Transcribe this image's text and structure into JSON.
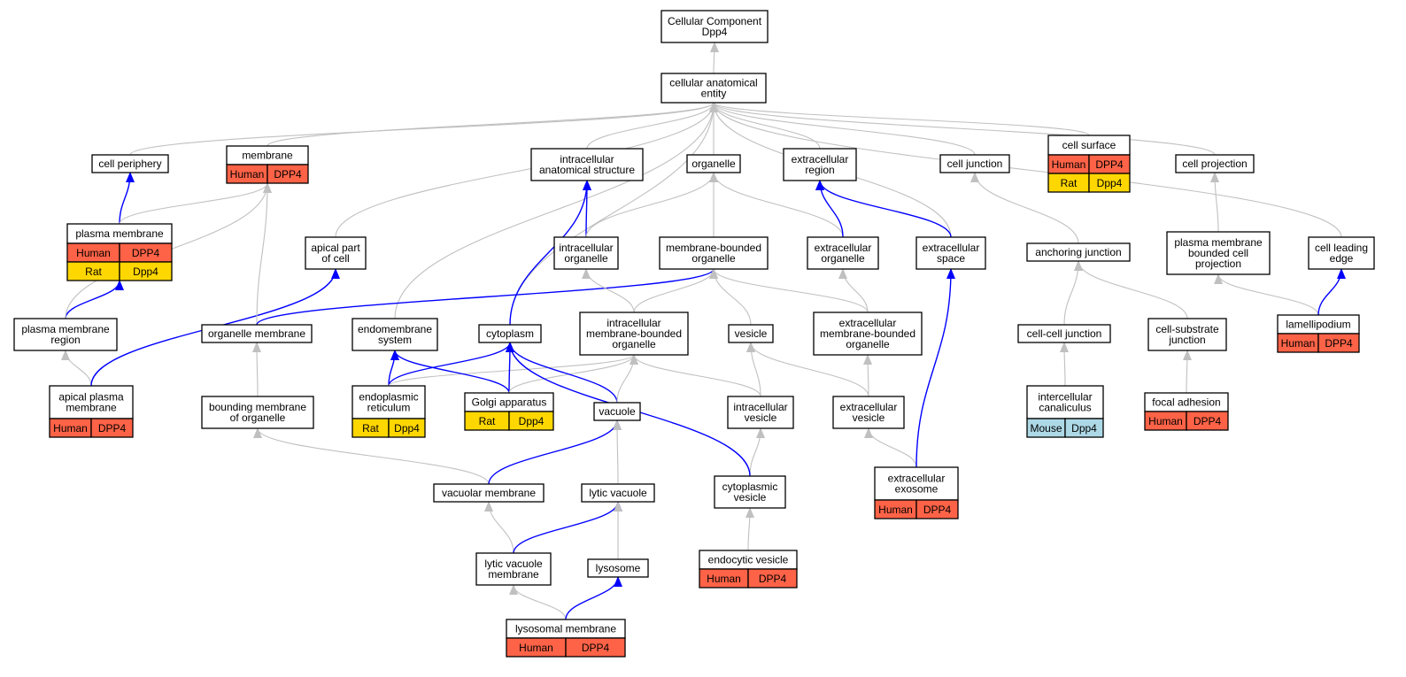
{
  "colors": {
    "human": "#ff6347",
    "rat": "#ffd700",
    "mouse": "#add8e6",
    "edge_is_a": "#c0c0c0",
    "edge_part_of": "#0000ff",
    "node_border": "#000000"
  },
  "nodes": [
    {
      "id": "root",
      "lines": [
        "Cellular Component",
        "Dpp4"
      ]
    },
    {
      "id": "cae",
      "lines": [
        "cellular anatomical",
        "entity"
      ]
    },
    {
      "id": "cell_periphery",
      "lines": [
        "cell periphery"
      ]
    },
    {
      "id": "membrane",
      "lines": [
        "membrane"
      ],
      "orthologs": [
        [
          {
            "species": "Human",
            "gene": "DPP4"
          }
        ]
      ]
    },
    {
      "id": "ias",
      "lines": [
        "intracellular",
        "anatomical structure"
      ]
    },
    {
      "id": "organelle",
      "lines": [
        "organelle"
      ]
    },
    {
      "id": "ecr",
      "lines": [
        "extracellular",
        "region"
      ]
    },
    {
      "id": "cell_junction",
      "lines": [
        "cell junction"
      ]
    },
    {
      "id": "cell_surface",
      "lines": [
        "cell surface"
      ],
      "orthologs": [
        [
          {
            "species": "Human",
            "gene": "DPP4"
          }
        ],
        [
          {
            "species": "Rat",
            "gene": "Dpp4"
          }
        ]
      ]
    },
    {
      "id": "cell_projection",
      "lines": [
        "cell projection"
      ]
    },
    {
      "id": "plasma_membrane",
      "lines": [
        "plasma membrane"
      ],
      "orthologs": [
        [
          {
            "species": "Human",
            "gene": "DPP4"
          }
        ],
        [
          {
            "species": "Rat",
            "gene": "Dpp4"
          }
        ]
      ]
    },
    {
      "id": "apical_part",
      "lines": [
        "apical part",
        "of cell"
      ]
    },
    {
      "id": "ic_organelle",
      "lines": [
        "intracellular",
        "organelle"
      ]
    },
    {
      "id": "mb_organelle",
      "lines": [
        "membrane-bounded",
        "organelle"
      ]
    },
    {
      "id": "ec_organelle",
      "lines": [
        "extracellular",
        "organelle"
      ]
    },
    {
      "id": "ec_space",
      "lines": [
        "extracellular",
        "space"
      ]
    },
    {
      "id": "anchoring_junction",
      "lines": [
        "anchoring junction"
      ]
    },
    {
      "id": "pm_bounded_projection",
      "lines": [
        "plasma membrane",
        "bounded cell",
        "projection"
      ]
    },
    {
      "id": "cell_leading_edge",
      "lines": [
        "cell leading",
        "edge"
      ]
    },
    {
      "id": "pm_region",
      "lines": [
        "plasma membrane",
        "region"
      ]
    },
    {
      "id": "organelle_membrane",
      "lines": [
        "organelle membrane"
      ]
    },
    {
      "id": "endomembrane",
      "lines": [
        "endomembrane",
        "system"
      ]
    },
    {
      "id": "cytoplasm",
      "lines": [
        "cytoplasm"
      ]
    },
    {
      "id": "ic_mb_organelle",
      "lines": [
        "intracellular",
        "membrane-bounded",
        "organelle"
      ]
    },
    {
      "id": "vesicle",
      "lines": [
        "vesicle"
      ]
    },
    {
      "id": "ec_mb_organelle",
      "lines": [
        "extracellular",
        "membrane-bounded",
        "organelle"
      ]
    },
    {
      "id": "cell_cell_junction",
      "lines": [
        "cell-cell junction"
      ]
    },
    {
      "id": "cell_substrate_junction",
      "lines": [
        "cell-substrate",
        "junction"
      ]
    },
    {
      "id": "lamellipodium",
      "lines": [
        "lamellipodium"
      ],
      "orthologs": [
        [
          {
            "species": "Human",
            "gene": "DPP4"
          }
        ]
      ]
    },
    {
      "id": "apical_pm",
      "lines": [
        "apical plasma",
        "membrane"
      ],
      "orthologs": [
        [
          {
            "species": "Human",
            "gene": "DPP4"
          }
        ]
      ]
    },
    {
      "id": "bounding_membrane",
      "lines": [
        "bounding membrane",
        "of organelle"
      ]
    },
    {
      "id": "er",
      "lines": [
        "endoplasmic",
        "reticulum"
      ],
      "orthologs": [
        [
          {
            "species": "Rat",
            "gene": "Dpp4"
          }
        ]
      ]
    },
    {
      "id": "golgi",
      "lines": [
        "Golgi apparatus"
      ],
      "orthologs": [
        [
          {
            "species": "Rat",
            "gene": "Dpp4"
          }
        ]
      ]
    },
    {
      "id": "vacuole",
      "lines": [
        "vacuole"
      ]
    },
    {
      "id": "ic_vesicle",
      "lines": [
        "intracellular",
        "vesicle"
      ]
    },
    {
      "id": "ec_vesicle",
      "lines": [
        "extracellular",
        "vesicle"
      ]
    },
    {
      "id": "ic_canaliculus",
      "lines": [
        "intercellular",
        "canaliculus"
      ],
      "orthologs": [
        [
          {
            "species": "Mouse",
            "gene": "Dpp4"
          }
        ]
      ]
    },
    {
      "id": "focal_adhesion",
      "lines": [
        "focal adhesion"
      ],
      "orthologs": [
        [
          {
            "species": "Human",
            "gene": "DPP4"
          }
        ]
      ]
    },
    {
      "id": "ec_exosome",
      "lines": [
        "extracellular",
        "exosome"
      ],
      "orthologs": [
        [
          {
            "species": "Human",
            "gene": "DPP4"
          }
        ]
      ]
    },
    {
      "id": "vacuolar_membrane",
      "lines": [
        "vacuolar membrane"
      ]
    },
    {
      "id": "lytic_vacuole",
      "lines": [
        "lytic vacuole"
      ]
    },
    {
      "id": "cytoplasmic_vesicle",
      "lines": [
        "cytoplasmic",
        "vesicle"
      ]
    },
    {
      "id": "lv_membrane",
      "lines": [
        "lytic vacuole",
        "membrane"
      ]
    },
    {
      "id": "lysosome",
      "lines": [
        "lysosome"
      ]
    },
    {
      "id": "endocytic_vesicle",
      "lines": [
        "endocytic vesicle"
      ],
      "orthologs": [
        [
          {
            "species": "Human",
            "gene": "DPP4"
          }
        ]
      ]
    },
    {
      "id": "lysosomal_membrane",
      "lines": [
        "lysosomal membrane"
      ],
      "orthologs": [
        [
          {
            "species": "Human",
            "gene": "DPP4"
          }
        ]
      ]
    }
  ],
  "edges": [
    {
      "from": "cae",
      "to": "root",
      "type": "is_a"
    },
    {
      "from": "cell_periphery",
      "to": "cae",
      "type": "is_a"
    },
    {
      "from": "membrane",
      "to": "cae",
      "type": "is_a"
    },
    {
      "from": "ias",
      "to": "cae",
      "type": "is_a"
    },
    {
      "from": "organelle",
      "to": "cae",
      "type": "is_a"
    },
    {
      "from": "ecr",
      "to": "cae",
      "type": "is_a"
    },
    {
      "from": "cell_junction",
      "to": "cae",
      "type": "is_a"
    },
    {
      "from": "cell_surface",
      "to": "cae",
      "type": "is_a"
    },
    {
      "from": "cell_projection",
      "to": "cae",
      "type": "is_a"
    },
    {
      "from": "cell_leading_edge",
      "to": "cae",
      "type": "is_a"
    },
    {
      "from": "apical_part",
      "to": "cae",
      "type": "is_a"
    },
    {
      "from": "endomembrane",
      "to": "cae",
      "type": "is_a"
    },
    {
      "from": "cytoplasm",
      "to": "cae",
      "type": "is_a"
    },
    {
      "from": "ec_space",
      "to": "cae",
      "type": "is_a"
    },
    {
      "from": "plasma_membrane",
      "to": "cell_periphery",
      "type": "part_of"
    },
    {
      "from": "plasma_membrane",
      "to": "membrane",
      "type": "is_a"
    },
    {
      "from": "pm_region",
      "to": "plasma_membrane",
      "type": "part_of"
    },
    {
      "from": "pm_region",
      "to": "membrane",
      "type": "is_a"
    },
    {
      "from": "apical_pm",
      "to": "pm_region",
      "type": "is_a"
    },
    {
      "from": "apical_pm",
      "to": "apical_part",
      "type": "part_of"
    },
    {
      "from": "organelle_membrane",
      "to": "membrane",
      "type": "is_a"
    },
    {
      "from": "organelle_membrane",
      "to": "mb_organelle",
      "type": "part_of"
    },
    {
      "from": "bounding_membrane",
      "to": "organelle_membrane",
      "type": "is_a"
    },
    {
      "from": "ic_organelle",
      "to": "ias",
      "type": "part_of"
    },
    {
      "from": "ic_organelle",
      "to": "organelle",
      "type": "is_a"
    },
    {
      "from": "mb_organelle",
      "to": "organelle",
      "type": "is_a"
    },
    {
      "from": "ec_organelle",
      "to": "organelle",
      "type": "is_a"
    },
    {
      "from": "ec_organelle",
      "to": "ecr",
      "type": "part_of"
    },
    {
      "from": "ec_space",
      "to": "ecr",
      "type": "part_of"
    },
    {
      "from": "cytoplasm",
      "to": "ias",
      "type": "part_of"
    },
    {
      "from": "ic_mb_organelle",
      "to": "ic_organelle",
      "type": "is_a"
    },
    {
      "from": "ic_mb_organelle",
      "to": "mb_organelle",
      "type": "is_a"
    },
    {
      "from": "vesicle",
      "to": "mb_organelle",
      "type": "is_a"
    },
    {
      "from": "ec_mb_organelle",
      "to": "mb_organelle",
      "type": "is_a"
    },
    {
      "from": "ec_mb_organelle",
      "to": "ec_organelle",
      "type": "is_a"
    },
    {
      "from": "er",
      "to": "endomembrane",
      "type": "part_of"
    },
    {
      "from": "er",
      "to": "cytoplasm",
      "type": "part_of"
    },
    {
      "from": "er",
      "to": "ic_mb_organelle",
      "type": "is_a"
    },
    {
      "from": "golgi",
      "to": "endomembrane",
      "type": "part_of"
    },
    {
      "from": "golgi",
      "to": "cytoplasm",
      "type": "part_of"
    },
    {
      "from": "golgi",
      "to": "ic_mb_organelle",
      "type": "is_a"
    },
    {
      "from": "vacuole",
      "to": "cytoplasm",
      "type": "part_of"
    },
    {
      "from": "vacuole",
      "to": "ic_mb_organelle",
      "type": "is_a"
    },
    {
      "from": "ic_vesicle",
      "to": "vesicle",
      "type": "is_a"
    },
    {
      "from": "ic_vesicle",
      "to": "ic_mb_organelle",
      "type": "is_a"
    },
    {
      "from": "ec_vesicle",
      "to": "vesicle",
      "type": "is_a"
    },
    {
      "from": "ec_vesicle",
      "to": "ec_mb_organelle",
      "type": "is_a"
    },
    {
      "from": "ec_exosome",
      "to": "ec_vesicle",
      "type": "is_a"
    },
    {
      "from": "ec_exosome",
      "to": "ec_space",
      "type": "part_of"
    },
    {
      "from": "vacuolar_membrane",
      "to": "bounding_membrane",
      "type": "is_a"
    },
    {
      "from": "vacuolar_membrane",
      "to": "vacuole",
      "type": "part_of"
    },
    {
      "from": "lytic_vacuole",
      "to": "vacuole",
      "type": "is_a"
    },
    {
      "from": "lv_membrane",
      "to": "vacuolar_membrane",
      "type": "is_a"
    },
    {
      "from": "lv_membrane",
      "to": "lytic_vacuole",
      "type": "part_of"
    },
    {
      "from": "lysosome",
      "to": "lytic_vacuole",
      "type": "is_a"
    },
    {
      "from": "lysosomal_membrane",
      "to": "lv_membrane",
      "type": "is_a"
    },
    {
      "from": "lysosomal_membrane",
      "to": "lysosome",
      "type": "part_of"
    },
    {
      "from": "cytoplasmic_vesicle",
      "to": "ic_vesicle",
      "type": "is_a"
    },
    {
      "from": "cytoplasmic_vesicle",
      "to": "cytoplasm",
      "type": "part_of"
    },
    {
      "from": "endocytic_vesicle",
      "to": "cytoplasmic_vesicle",
      "type": "is_a"
    },
    {
      "from": "anchoring_junction",
      "to": "cell_junction",
      "type": "is_a"
    },
    {
      "from": "cell_cell_junction",
      "to": "anchoring_junction",
      "type": "is_a"
    },
    {
      "from": "cell_substrate_junction",
      "to": "anchoring_junction",
      "type": "is_a"
    },
    {
      "from": "ic_canaliculus",
      "to": "cell_cell_junction",
      "type": "is_a"
    },
    {
      "from": "focal_adhesion",
      "to": "cell_substrate_junction",
      "type": "is_a"
    },
    {
      "from": "pm_bounded_projection",
      "to": "cell_projection",
      "type": "is_a"
    },
    {
      "from": "lamellipodium",
      "to": "pm_bounded_projection",
      "type": "is_a"
    },
    {
      "from": "lamellipodium",
      "to": "cell_leading_edge",
      "type": "part_of"
    }
  ]
}
